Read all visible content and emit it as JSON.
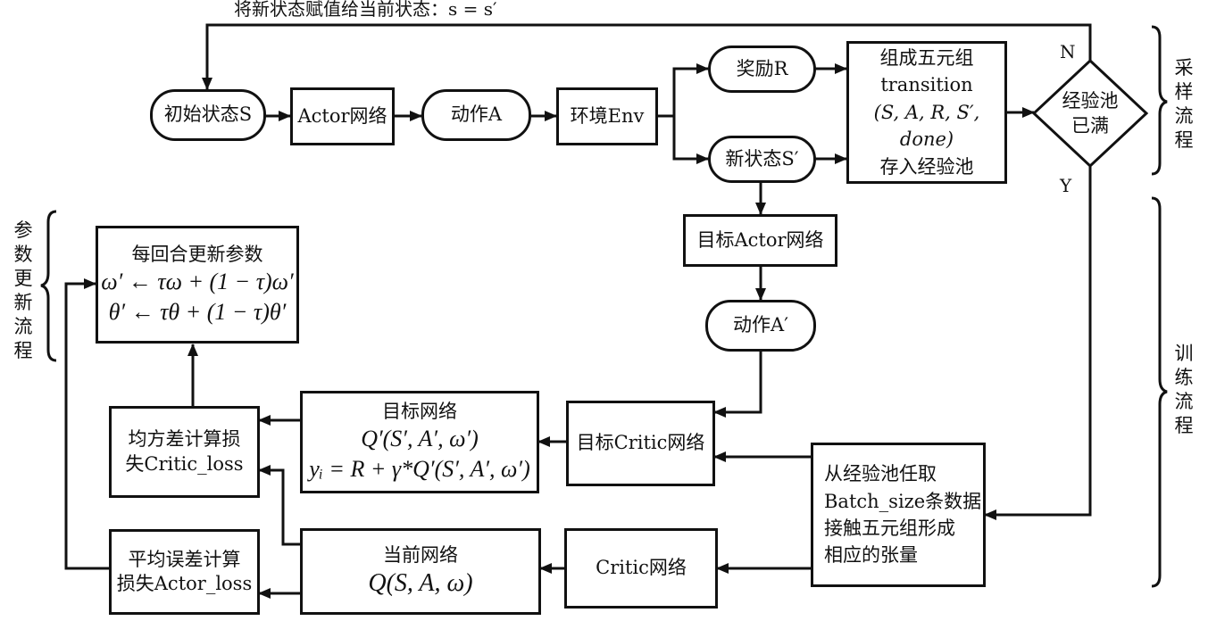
{
  "top_label": "将新状态赋值给当前状态：s = s′",
  "nodes": {
    "init_state": "初始状态S",
    "actor_net": "Actor网络",
    "action_a": "动作A",
    "env": "环境Env",
    "reward": "奖励R",
    "new_state": "新状态S′",
    "store": {
      "line1": "组成五元组",
      "line2": "transition",
      "line3": "(S, A, R, S′, done)",
      "line4": "存入经验池"
    },
    "pool_full": {
      "line1": "经验池",
      "line2": "已满"
    },
    "target_actor": "目标Actor网络",
    "action_a2": "动作A′",
    "target_critic": "目标Critic网络",
    "critic": "Critic网络",
    "sample": {
      "line1": "从经验池任取",
      "line2": "Batch_size条数据",
      "line3": "接触五元组形成",
      "line4": "相应的张量"
    },
    "target_net": {
      "title": "目标网络",
      "eq1": "Q′(S′, A′, ω′)",
      "eq2": "yᵢ = R + γ*Q′(S′, A′, ω′)"
    },
    "current_net": {
      "title": "当前网络",
      "eq1": "Q(S, A, ω)"
    },
    "mse_loss": {
      "line1": "均方差计算损",
      "line2": "失Critic_loss"
    },
    "mean_loss": {
      "line1": "平均误差计算",
      "line2": "损失Actor_loss"
    },
    "update": {
      "title": "每回合更新参数",
      "eq1": "ω′ ← τω + (1 − τ)ω′",
      "eq2": "θ′ ← τθ + (1 − τ)θ′"
    }
  },
  "branch_labels": {
    "no": "N",
    "yes": "Y"
  },
  "side_labels": {
    "sampling": [
      "采",
      "样",
      "流",
      "程"
    ],
    "training": [
      "训",
      "练",
      "流",
      "程"
    ],
    "param_update": [
      "参",
      "数",
      "更",
      "新",
      "流",
      "程"
    ]
  }
}
